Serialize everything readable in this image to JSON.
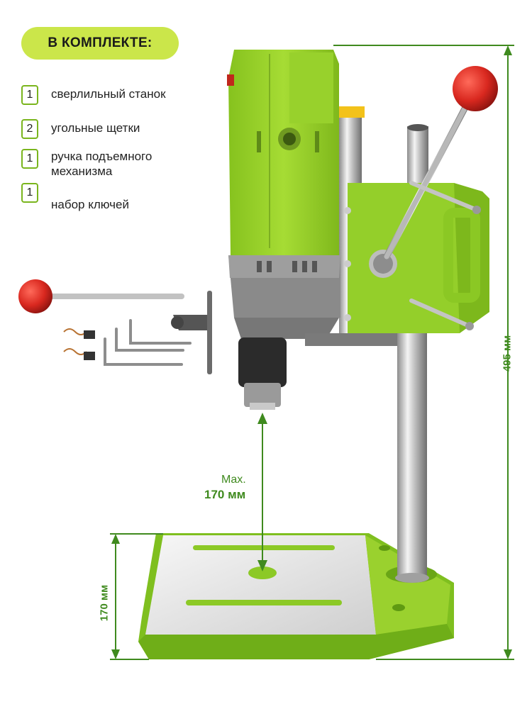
{
  "header": {
    "title": "В КОМПЛЕКТЕ:"
  },
  "kit": [
    {
      "qty": "1",
      "label": "сверлильный станок"
    },
    {
      "qty": "2",
      "label": "угольные щетки"
    },
    {
      "qty": "1",
      "label": "ручка подъемного механизма"
    },
    {
      "qty": "1",
      "label": "набор ключей"
    }
  ],
  "dimensions": {
    "total_height": "495 мм",
    "base_height": "170 мм",
    "max_travel_line1": "Max.",
    "max_travel_line2": "170 мм"
  },
  "colors": {
    "accent": "#9ad12e",
    "badge": "#cbe64a",
    "dim": "#3f8a1e",
    "ball": "#d9281f"
  }
}
